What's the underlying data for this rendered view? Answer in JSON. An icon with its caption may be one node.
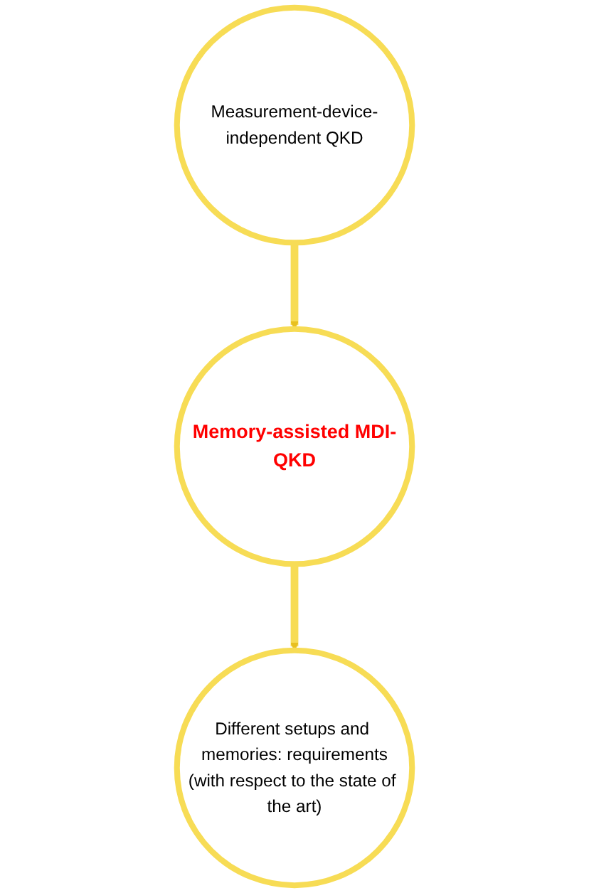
{
  "diagram": {
    "nodes": [
      {
        "text": [
          "Measurement-device-independent QKD"
        ]
      },
      {
        "text": [
          "Memory-assisted MDI-QKD"
        ]
      },
      {
        "text": [
          "Different setups and memories: requirements",
          "(with respect to the state of the art)"
        ]
      }
    ],
    "edges": [
      {
        "from": 0,
        "to": 1,
        "arrow": "to"
      },
      {
        "from": 1,
        "to": 2,
        "arrow": "to"
      }
    ]
  }
}
